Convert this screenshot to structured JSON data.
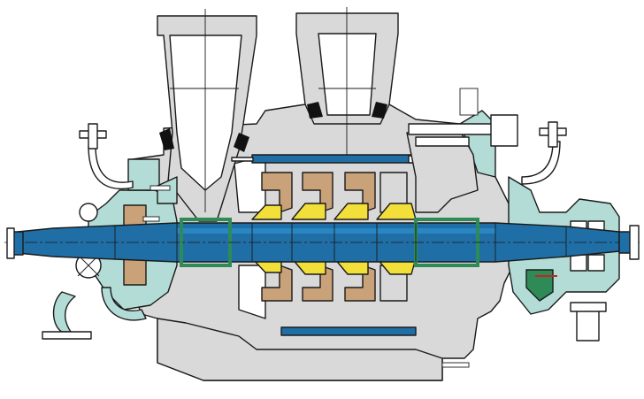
{
  "diagram": {
    "subject": "multistage-centrifugal-pump-cross-section",
    "stages": 3,
    "colors": {
      "casing": "#d9d9d9",
      "bearing_housing": "#b3dcd6",
      "shaft": "#1f6fa6",
      "shaft_highlight": "#2a86c2",
      "impeller": "#f2df3a",
      "diffuser": "#c9a27a",
      "sleeve": "#2e8b57",
      "outline": "#1a1a1a",
      "background": "#ffffff"
    },
    "icons": [
      "suction-nozzle",
      "discharge-nozzle",
      "shaft",
      "impeller",
      "diffuser",
      "bearing",
      "mechanical-seal",
      "tie-bolt",
      "coupling-end"
    ]
  }
}
